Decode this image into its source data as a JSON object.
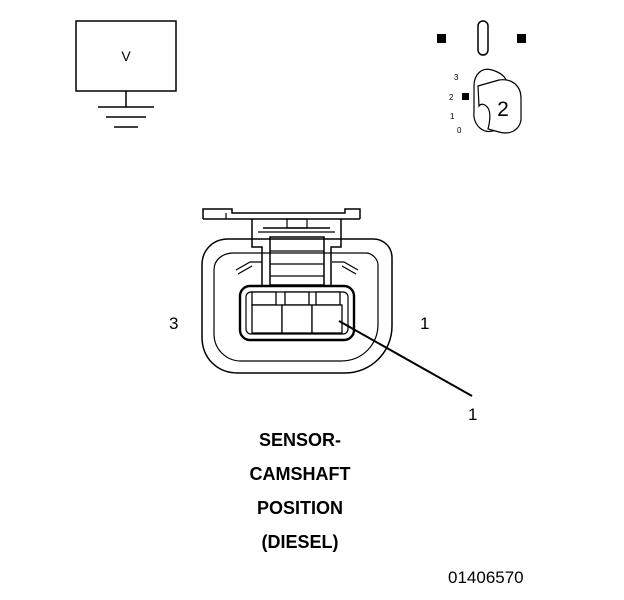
{
  "voltmeter": {
    "label": "V"
  },
  "connector_key": {
    "position_labels": [
      "3",
      "2",
      "1",
      "0"
    ],
    "cavity_count": "2"
  },
  "connector": {
    "pin_left_label": "3",
    "pin_right_label": "1",
    "callout_label": "1"
  },
  "title": {
    "lines": [
      "SENSOR-",
      "CAMSHAFT",
      "POSITION",
      "(DIESEL)"
    ]
  },
  "figure_id": "01406570"
}
